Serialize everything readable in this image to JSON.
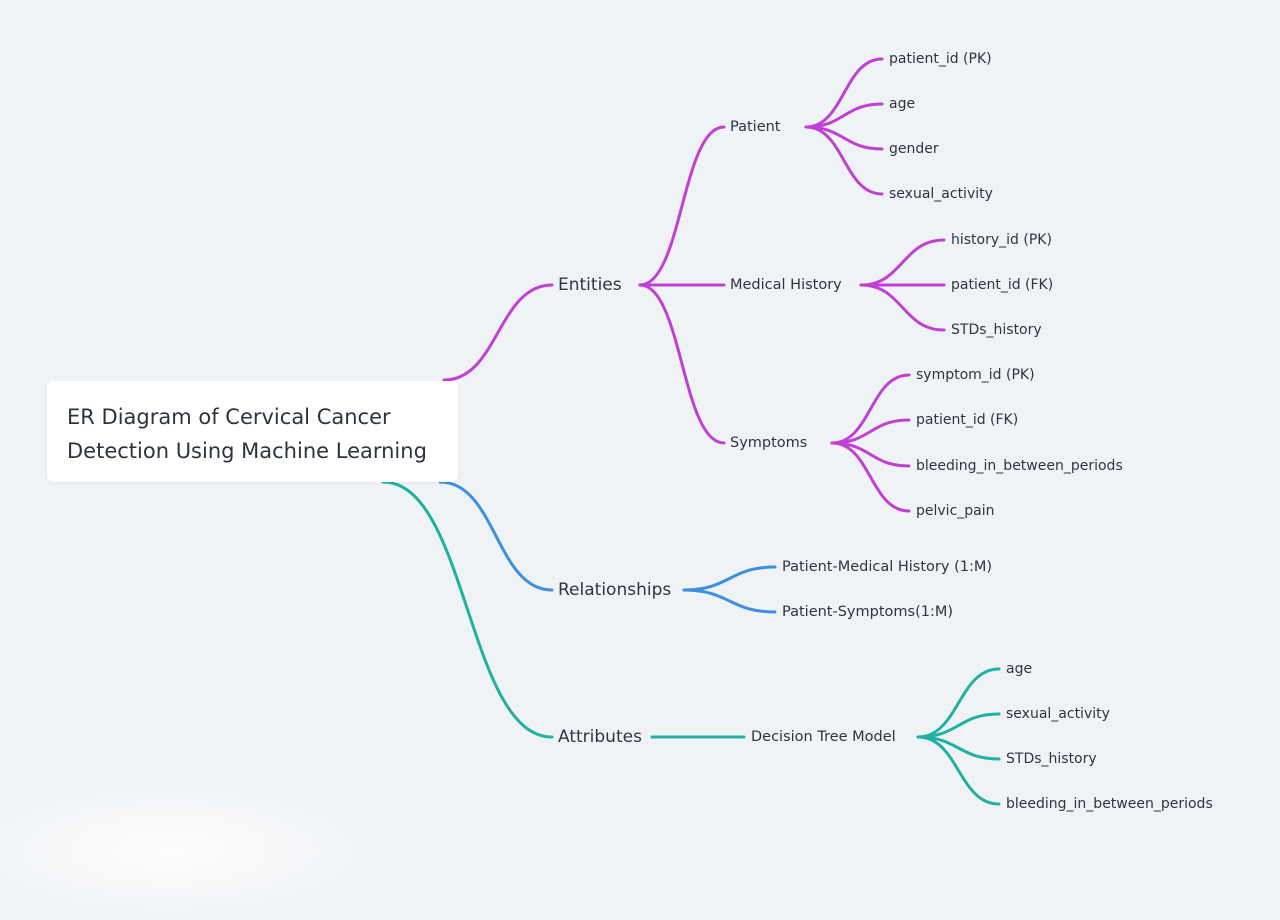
{
  "root": {
    "title": "ER Diagram of Cervical Cancer\nDetection Using Machine Learning"
  },
  "colors": {
    "background": "#f0f3f6",
    "entities": "#c040d4",
    "relationships": "#3f8fe0",
    "attributes": "#23b0a0",
    "text": "#2e3440"
  },
  "branches": [
    {
      "key": "entities",
      "label": "Entities",
      "children": [
        {
          "label": "Patient",
          "children": [
            "patient_id (PK)",
            "age",
            "gender",
            "sexual_activity"
          ]
        },
        {
          "label": "Medical History",
          "children": [
            "history_id (PK)",
            "patient_id (FK)",
            "STDs_history"
          ]
        },
        {
          "label": "Symptoms",
          "children": [
            "symptom_id (PK)",
            "patient_id (FK)",
            "bleeding_in_between_periods",
            "pelvic_pain"
          ]
        }
      ]
    },
    {
      "key": "relationships",
      "label": "Relationships",
      "children": [
        {
          "label": "Patient-Medical History (1:M)",
          "children": []
        },
        {
          "label": "Patient-Symptoms(1:M)",
          "children": []
        }
      ]
    },
    {
      "key": "attributes",
      "label": "Attributes",
      "children": [
        {
          "label": "Decision Tree Model",
          "children": [
            "age",
            "sexual_activity",
            "STDs_history",
            "bleeding_in_between_periods"
          ]
        }
      ]
    }
  ]
}
